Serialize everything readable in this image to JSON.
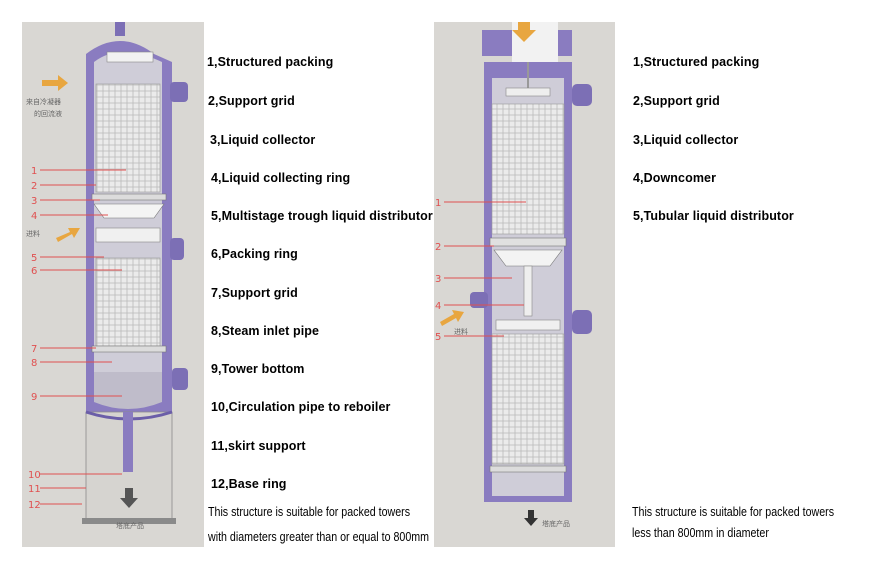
{
  "left_figure": {
    "labels": [
      "1,Structured packing",
      "2,Support grid",
      "3,Liquid collector",
      "4,Liquid collecting ring",
      "5,Multistage trough liquid distributor",
      "6,Packing ring",
      "7,Support grid",
      "8,Steam inlet pipe",
      "9,Tower bottom",
      "10,Circulation pipe to reboiler",
      "11,skirt support",
      "12,Base ring"
    ],
    "note_line1": "This structure is suitable for packed towers",
    "note_line2": "with diameters greater than or equal to 800mm",
    "callouts": [
      "1",
      "2",
      "3",
      "4",
      "5",
      "6",
      "7",
      "8",
      "9",
      "10",
      "11",
      "12"
    ],
    "inlet_text_1": "来自冷凝器",
    "inlet_text_2": "的回流液",
    "feed_text": "进料",
    "bottom_text": "塔底产品"
  },
  "right_figure": {
    "labels": [
      "1,Structured packing",
      "2,Support grid",
      "3,Liquid collector",
      "4,Downcomer",
      "5,Tubular liquid distributor"
    ],
    "note_line1": "This structure is suitable for packed towers",
    "note_line2": "less than 800mm in diameter",
    "callouts": [
      "1",
      "2",
      "3",
      "4",
      "5"
    ],
    "feed_text": "进料",
    "bottom_text": "塔底产品"
  },
  "colors": {
    "shell": "#8a7cc0",
    "shell_dark": "#6b5ea8",
    "packing": "#e4e4e4",
    "callout": "#e05050",
    "arrow": "#e8a640"
  }
}
